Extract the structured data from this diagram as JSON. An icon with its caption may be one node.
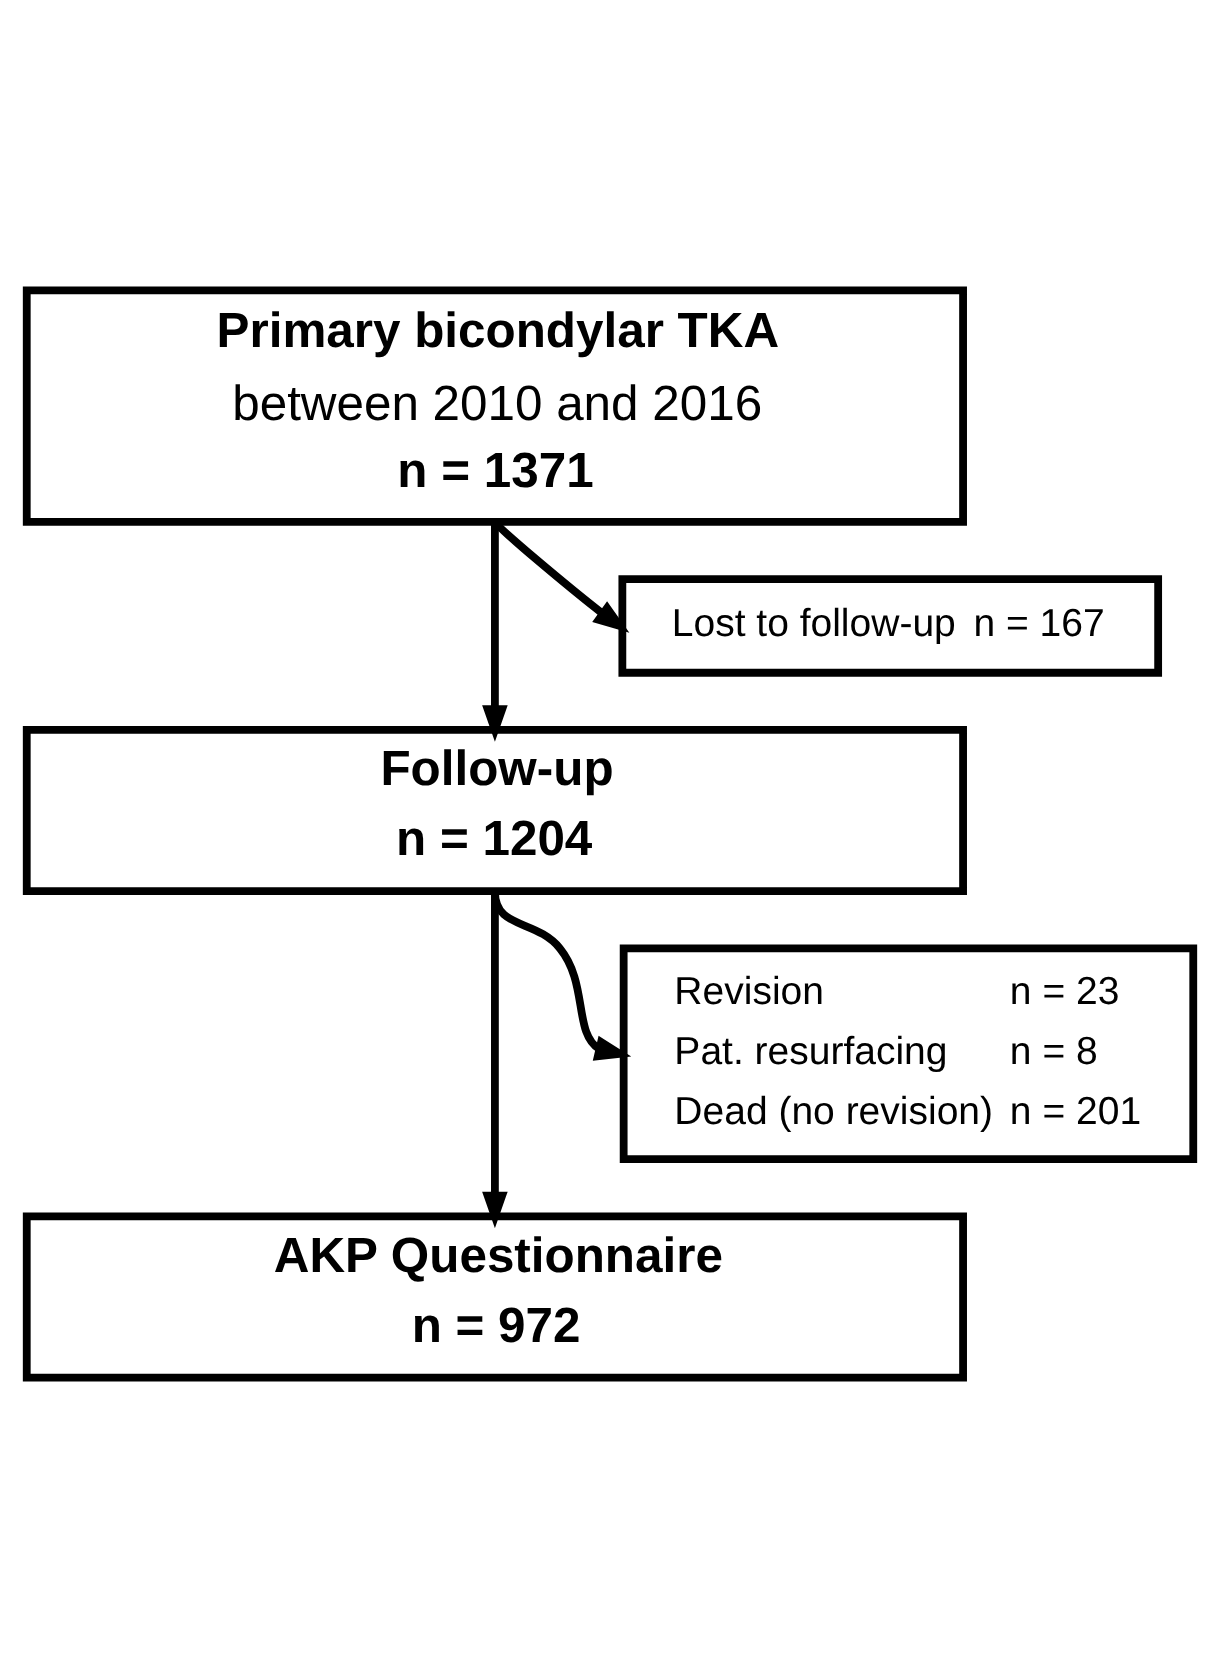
{
  "diagram": {
    "nodes": [
      {
        "text": [
          "Primary bicondylar TKA",
          "between 2010 and 2016",
          "n = 1371"
        ]
      },
      {
        "text": [
          "Lost to follow-up",
          "n = 167"
        ]
      },
      {
        "text": [
          "Follow-up",
          "n = 1204"
        ]
      },
      {
        "text": [
          "Revision",
          "n = 23",
          "Pat. resurfacing",
          "n = 8",
          "Dead (no revision)",
          "n = 201"
        ]
      },
      {
        "text": [
          "AKP Questionnaire",
          "n = 972"
        ]
      }
    ],
    "edges": [
      {
        "from": 0,
        "to": 2,
        "arrow": "to"
      },
      {
        "from": 0,
        "to": 1,
        "arrow": "to"
      },
      {
        "from": 2,
        "to": 4,
        "arrow": "to"
      },
      {
        "from": 2,
        "to": 3,
        "arrow": "to"
      }
    ]
  }
}
